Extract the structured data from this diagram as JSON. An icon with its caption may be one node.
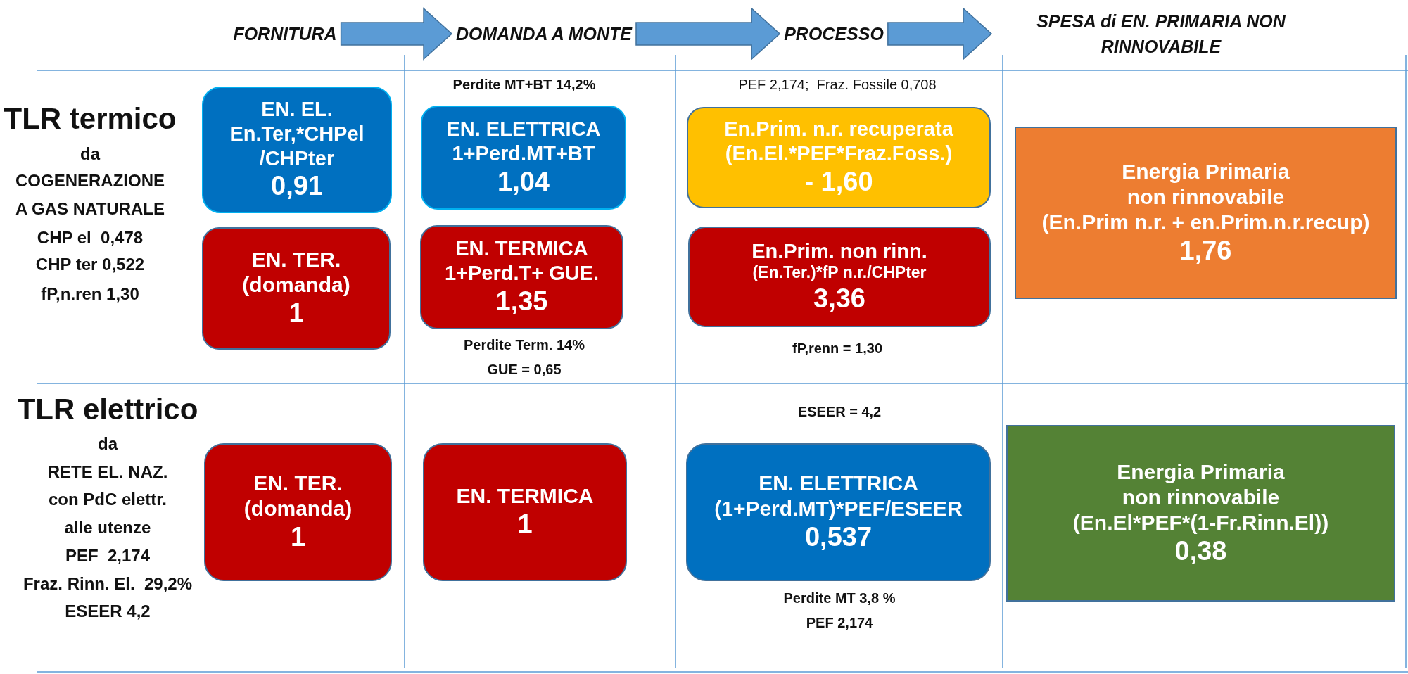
{
  "diagram": {
    "nodes": [
      {
        "text": [
          "FORNITURA"
        ]
      },
      {
        "text": [
          "DOMANDA A MONTE"
        ]
      },
      {
        "text": [
          "PROCESSO"
        ]
      },
      {
        "text": [
          "SPESA di EN. PRIMARIA NON RINNOVABILE"
        ]
      },
      {
        "text": [
          "EN. EL.",
          "En.Ter,*CHPel /CHPter",
          "0,91"
        ]
      },
      {
        "text": [
          "EN. ELETTRICA",
          "1+Perd.MT+BT",
          "1,04"
        ],
        "beside": [
          "Perdite MT+BT 14,2%"
        ]
      },
      {
        "text": [
          "En.Prim. n.r. recuperata",
          "(En.El.*PEF*Fraz.Foss.)",
          "- 1,60"
        ],
        "beside": [
          "PEF 2,174;  Fraz. Fossile 0,708"
        ]
      },
      {
        "text": [
          "Energia Primaria non rinnovabile",
          "(En.Prim n.r. + en.Prim.n.r.recup)",
          "1,76"
        ]
      },
      {
        "text": [
          "EN. TER.",
          "(domanda)",
          "1"
        ]
      },
      {
        "text": [
          "EN. TERMICA",
          "1+Perd.T+ GUE.",
          "1,35"
        ],
        "beside": [
          "Perdite Term. 14%",
          "GUE = 0,65"
        ]
      },
      {
        "text": [
          "En.Prim. non rinn.",
          "(En.Ter.)*fP n.r./CHPter",
          "3,36"
        ],
        "beside": [
          "fP,renn = 1,30"
        ]
      },
      {
        "text": [
          "EN. TER.",
          "(domanda)",
          "1"
        ]
      },
      {
        "text": [
          "EN. TERMICA",
          "1"
        ]
      },
      {
        "text": [
          "EN. ELETTRICA",
          "(1+Perd.MT)*PEF/ESEER",
          "0,537"
        ],
        "beside": [
          "ESEER = 4,2",
          "Perdite MT 3,8 %",
          "PEF 2,174"
        ]
      },
      {
        "text": [
          "Energia Primaria non rinnovabile",
          "(En.El*PEF*(1-Fr.Rinn.El))",
          "0,38"
        ]
      }
    ],
    "edges": [
      {
        "from": 0,
        "to": 1,
        "arrow": "to"
      },
      {
        "from": 1,
        "to": 2,
        "arrow": "to"
      },
      {
        "from": 2,
        "to": 3,
        "arrow": "to"
      }
    ],
    "labels": [
      "TLR termico",
      "da",
      "COGENERAZIONE",
      "A GAS NATURALE",
      "CHP el  0,478",
      "CHP ter 0,522",
      "fP,n.ren 1,30",
      "TLR elettrico",
      "da",
      "RETE EL. NAZ.",
      "con PdC elettr.",
      "alle utenze",
      "PEF  2,174",
      "Fraz. Rinn. El.  29,2%",
      "ESEER 4,2"
    ]
  }
}
